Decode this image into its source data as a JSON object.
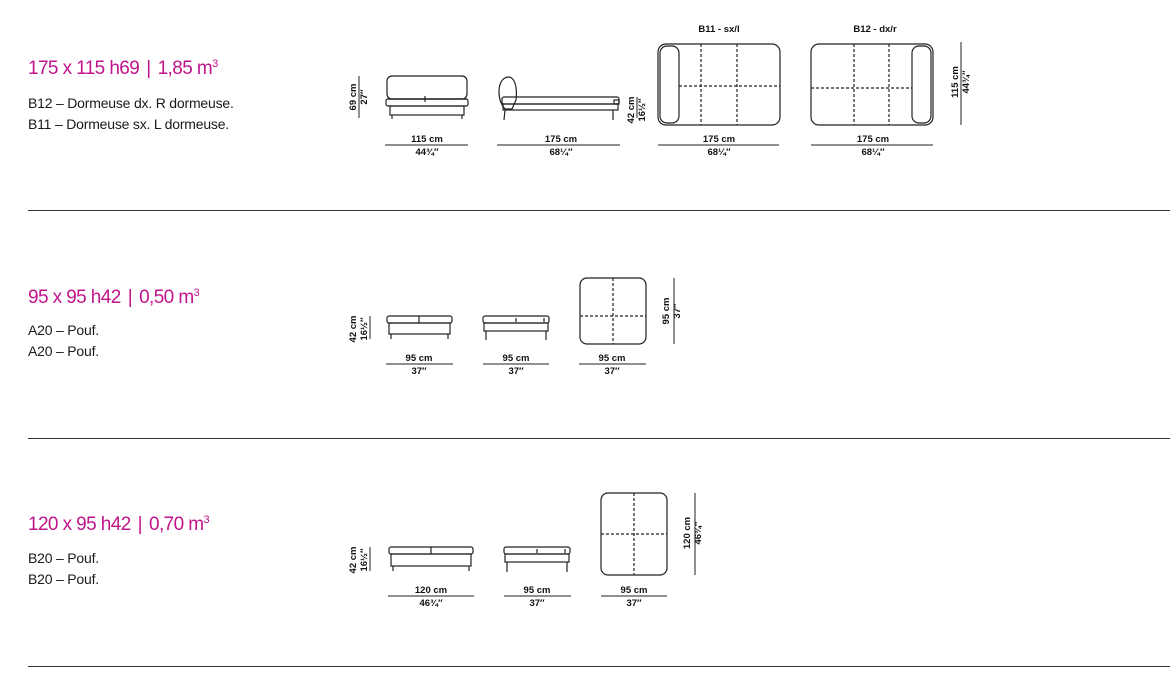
{
  "sections": [
    {
      "spec": {
        "dims": "175 x 115 h69",
        "volume": "1,85 m",
        "exp": "3"
      },
      "lines": [
        "B12 – Dormeuse dx. R dormeuse.",
        "B11 – Dormeuse sx. L dormeuse."
      ],
      "height_cm": "69 cm",
      "height_in": "27″",
      "seat_cm": "42 cm",
      "seat_in": "16½″",
      "depth_cm": "115 cm",
      "depth_in": "44¾″",
      "views": [
        {
          "cm": "115 cm",
          "in": "44¾″"
        },
        {
          "cm": "175 cm",
          "in": "68¼″"
        },
        {
          "cm": "175 cm",
          "in": "68¼″",
          "label": "B11 - sx/l"
        },
        {
          "cm": "175 cm",
          "in": "68¼″",
          "label": "B12 - dx/r"
        }
      ]
    },
    {
      "spec": {
        "dims": "95 x 95 h42",
        "volume": "0,50 m",
        "exp": "3"
      },
      "lines": [
        "A20 – Pouf.",
        "A20 – Pouf."
      ],
      "height_cm": "42 cm",
      "height_in": "16½″",
      "depth_cm": "95 cm",
      "depth_in": "37″",
      "views": [
        {
          "cm": "95 cm",
          "in": "37″"
        },
        {
          "cm": "95 cm",
          "in": "37″"
        },
        {
          "cm": "95 cm",
          "in": "37″"
        }
      ]
    },
    {
      "spec": {
        "dims": "120 x 95 h42",
        "volume": "0,70 m",
        "exp": "3"
      },
      "lines": [
        "B20 – Pouf.",
        "B20 – Pouf."
      ],
      "height_cm": "42 cm",
      "height_in": "16½″",
      "depth_cm": "120 cm",
      "depth_in": "46¾″",
      "views": [
        {
          "cm": "120 cm",
          "in": "46¾″"
        },
        {
          "cm": "95 cm",
          "in": "37″"
        },
        {
          "cm": "95 cm",
          "in": "37″"
        }
      ]
    }
  ]
}
